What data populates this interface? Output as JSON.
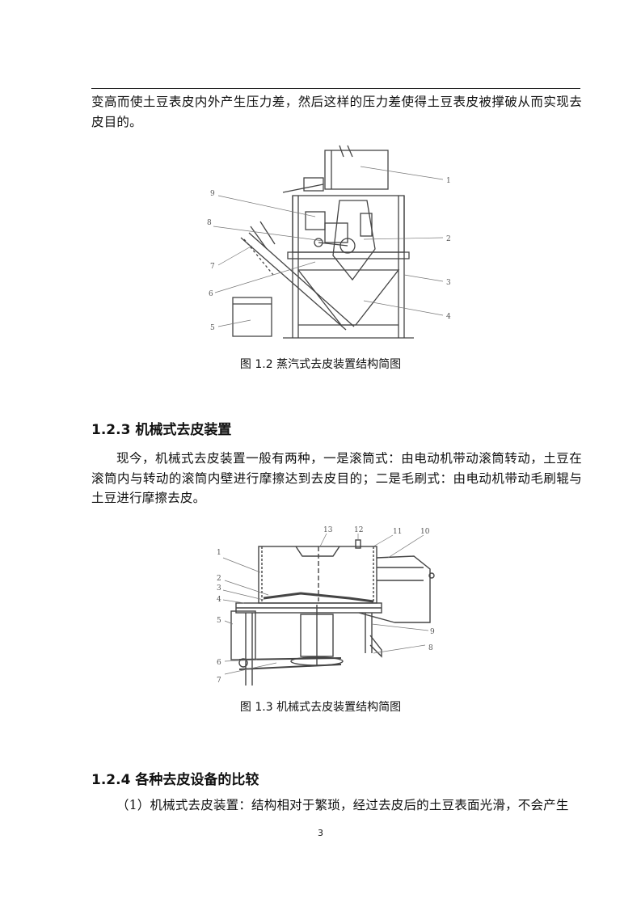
{
  "body": {
    "para_top": "变高而使土豆表皮内外产生压力差，然后这样的压力差使得土豆表皮被撑破从而实现去皮目的。",
    "section_123_heading": "1.2.3 机械式去皮装置",
    "para_123": "现今，机械式去皮装置一般有两种，一是滚筒式：由电动机带动滚筒转动，土豆在滚筒内与转动的滚筒内壁进行摩擦达到去皮目的；二是毛刷式：由电动机带动毛刷辊与土豆进行摩擦去皮。",
    "section_124_heading": "1.2.4 各种去皮设备的比较",
    "para_124": "（1）机械式去皮装置：结构相对于繁琐，经过去皮后的土豆表面光滑，不会产生"
  },
  "figure_12": {
    "caption": "图 1.2 蒸汽式去皮装置结构简图",
    "labels": [
      "1",
      "2",
      "3",
      "4",
      "5",
      "6",
      "7",
      "8",
      "9"
    ]
  },
  "figure_13": {
    "caption": "图 1.3 机械式去皮装置结构简图",
    "labels": [
      "1",
      "2",
      "3",
      "4",
      "5",
      "6",
      "7",
      "8",
      "9",
      "10",
      "11",
      "12",
      "13"
    ]
  },
  "page": {
    "number": "3"
  }
}
